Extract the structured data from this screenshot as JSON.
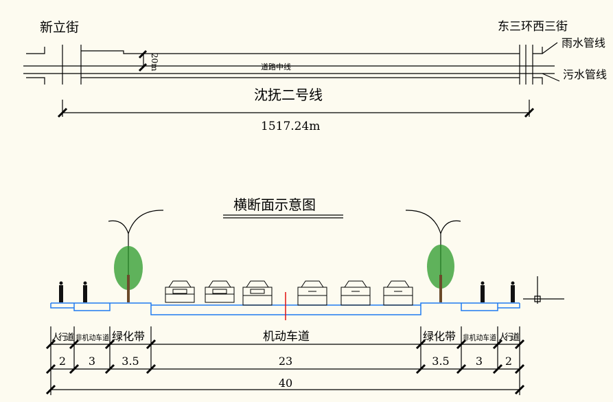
{
  "plan": {
    "left_street": "新立街",
    "right_street": "东三环西三街",
    "rain_pipe": "雨水管线",
    "sewage_pipe": "污水管线",
    "centerline": "道路中线",
    "road_name": "沈抚二号线",
    "length": "1517.24m",
    "width_label": "20m"
  },
  "section": {
    "title": "横断面示意图",
    "zones": [
      {
        "label": "人行道",
        "width": "2"
      },
      {
        "label": "非机动车道",
        "width": "3"
      },
      {
        "label": "绿化带",
        "width": "3.5"
      },
      {
        "label": "机动车道",
        "width": "23"
      },
      {
        "label": "绿化带",
        "width": "3.5"
      },
      {
        "label": "非机动车道",
        "width": "3"
      },
      {
        "label": "人行道",
        "width": "2"
      }
    ],
    "total_width": "40"
  },
  "colors": {
    "background": "#fdfbf0",
    "ground_line": "#1e7bf0",
    "center_mark": "#e01010",
    "tree": "#2a9a2a"
  }
}
